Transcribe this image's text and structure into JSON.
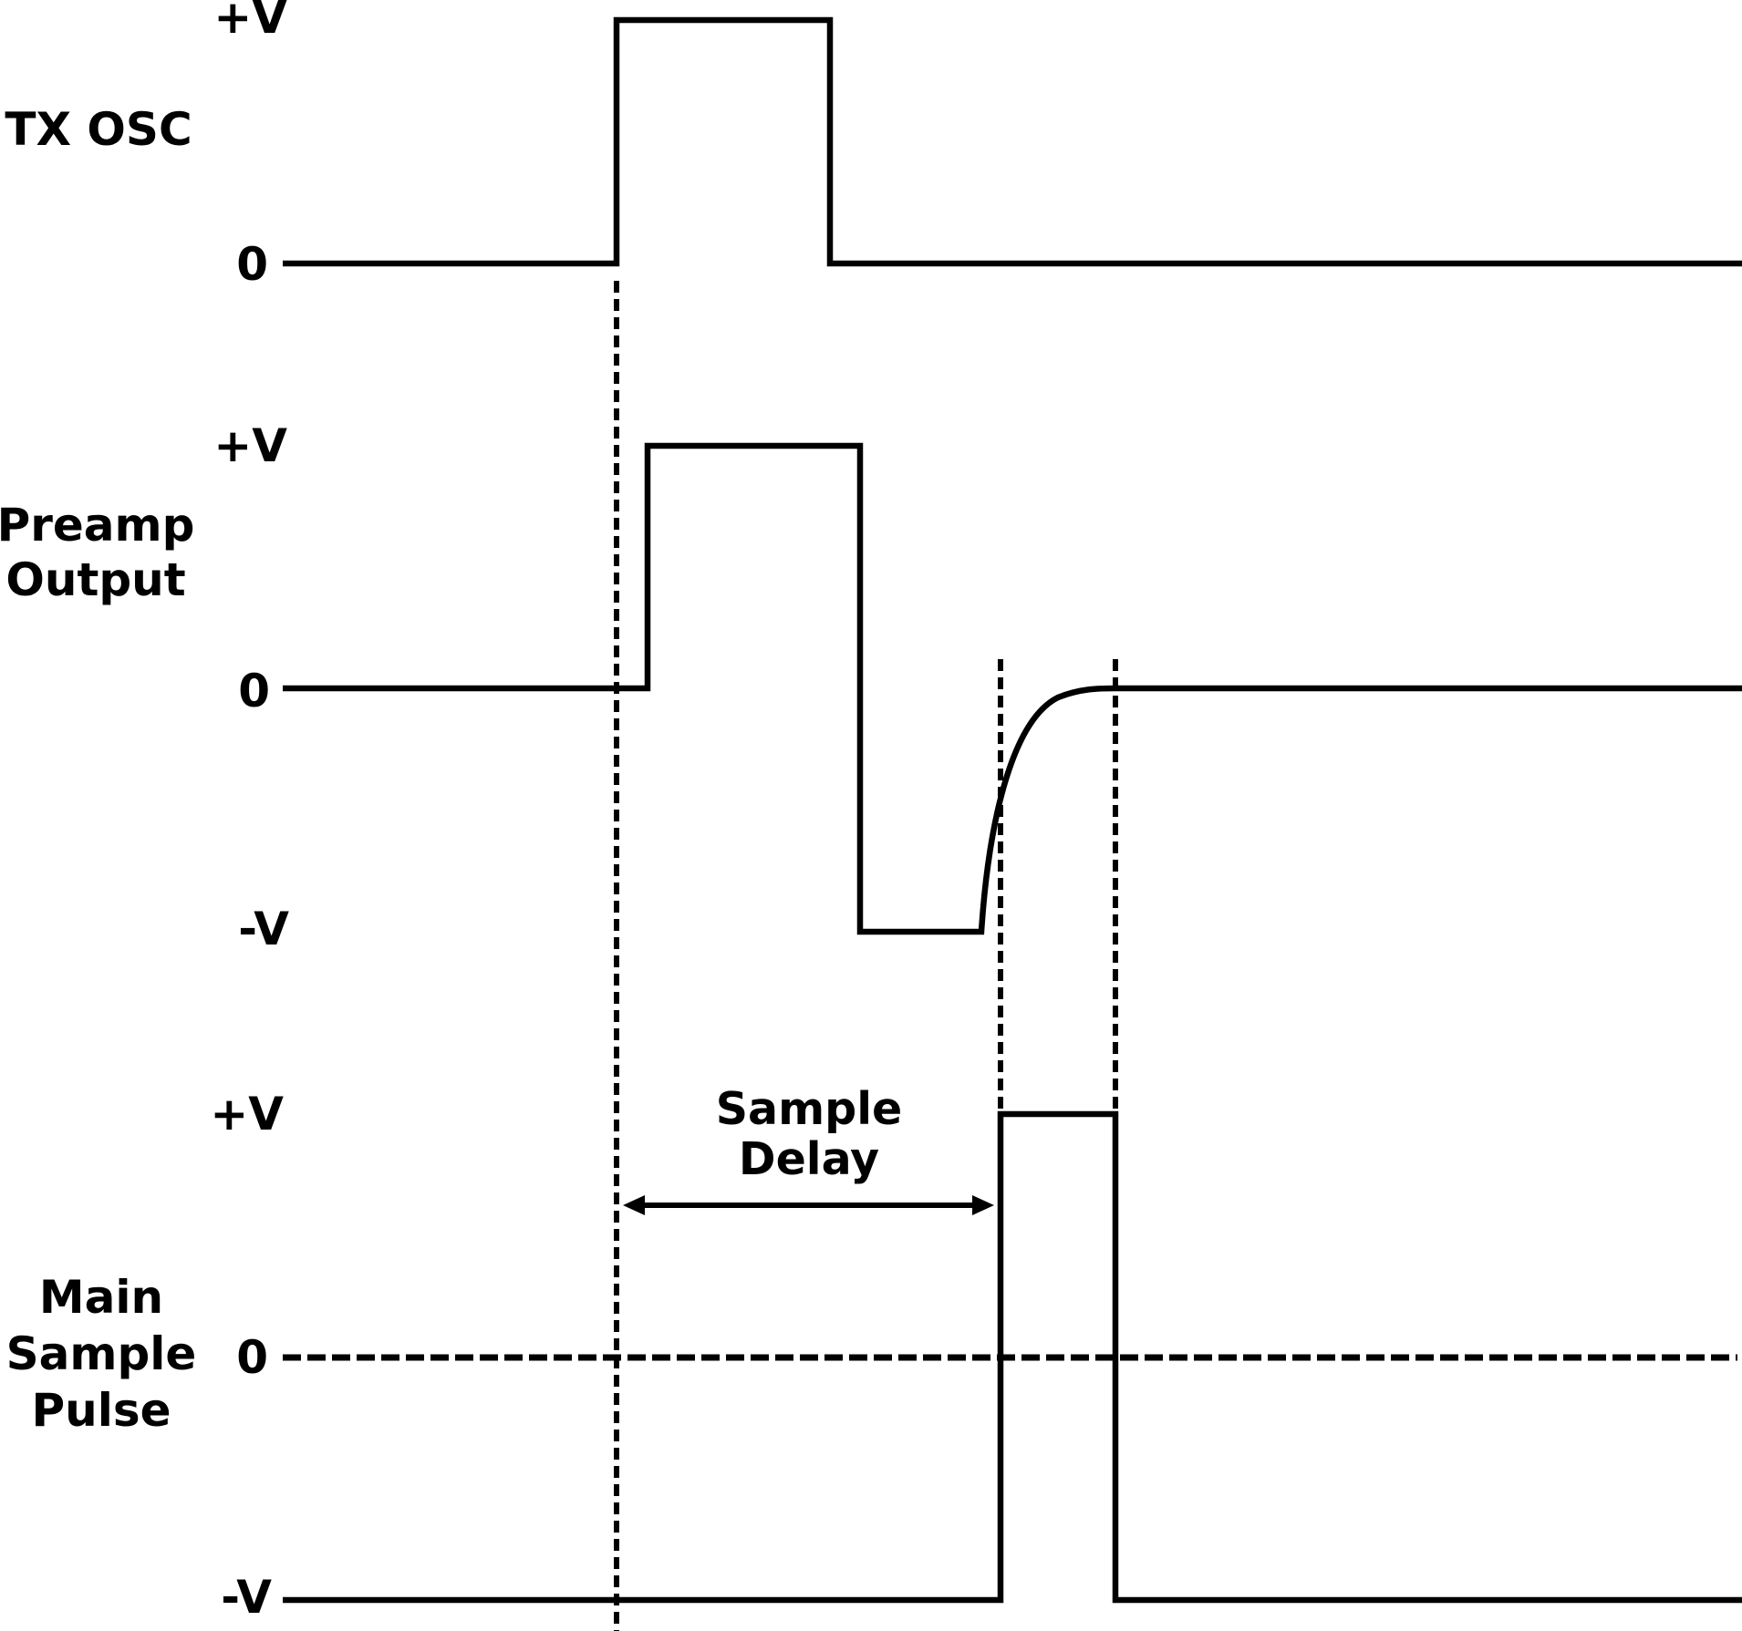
{
  "diagram": {
    "title": "Pulse induction timing diagram",
    "signals": [
      {
        "id": "tx-osc",
        "name_lines": [
          "TX OSC"
        ],
        "levels": {
          "high": "+V",
          "zero": "0"
        },
        "waveform": "Square pulse from 0 to +V"
      },
      {
        "id": "preamp-output",
        "name_lines": [
          "Preamp",
          "Output"
        ],
        "levels": {
          "high": "+V",
          "zero": "0",
          "low": "-V"
        },
        "waveform": "Positive pulse (slightly delayed after TX), then negative pulse to -V, then exponential decay back to 0"
      },
      {
        "id": "main-sample-pulse",
        "name_lines": [
          "Main",
          "Sample",
          "Pulse"
        ],
        "levels": {
          "high": "+V",
          "zero": "0",
          "low": "-V"
        },
        "waveform": "Rests at -V, pulses to +V during the decay window; 0 reference drawn dashed"
      }
    ],
    "annotations": {
      "sample_delay_lines": [
        "Sample",
        "Delay"
      ],
      "sample_delay_arrow": "double-headed arrow from TX OSC rising edge to Main Sample Pulse rising edge"
    },
    "colors": {
      "stroke": "#000000",
      "background": "#ffffff"
    }
  }
}
